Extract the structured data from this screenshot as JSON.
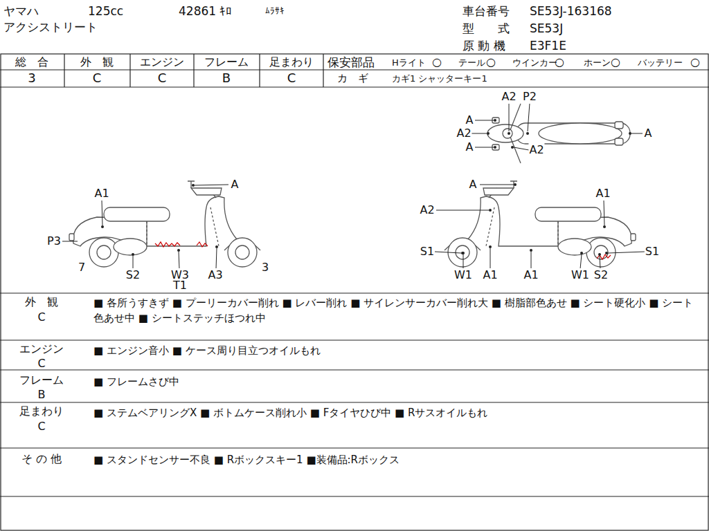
{
  "diagram": {
    "labels": [
      "ヤマハ",
      "125cc",
      "42861 ｷﾛ",
      "ﾑﾗｻｷ",
      "アクシストリート",
      "車台番号",
      "SE53J-163168",
      "型　　式",
      "SE53J",
      "原 動 機",
      "E3F1E",
      "総　合",
      "外　観",
      "エンジン",
      "フレーム",
      "足まわり",
      "3",
      "C",
      "C",
      "B",
      "C",
      "保安部品",
      "Hライト",
      "○",
      "テール",
      "○",
      "ウインカー",
      "○",
      "ホーン",
      "○",
      "バッテリー",
      "○",
      "カ　ギ",
      "カギ1 シャッターキー1",
      "A2",
      "P2",
      "A",
      "A2",
      "A",
      "A2",
      "A",
      "A",
      "A1",
      "P3",
      "7",
      "S2",
      "W3",
      "T1",
      "A3",
      "3",
      "A",
      "A2",
      "A1",
      "S1",
      "S1",
      "W1",
      "A1",
      "A1",
      "W1",
      "S2",
      "外　観",
      "C",
      "■ 各所うすきず ■ プーリーカバー削れ ■ レバー削れ ■ サイレンサーカバー削れ大 ■ 樹脂部色あせ ■ シート硬化小 ■ シート色あせ中 ■ シートステッチほつれ中",
      "エンジン",
      "C",
      "■ エンジン音小 ■ ケース周り目立つオイルもれ",
      "フレーム",
      "B",
      "■ フレームさび中",
      "足まわり",
      "C",
      "■ ステムベアリングX ■ ボトムケース削れ小 ■ Fタイヤひび中 ■ Rサスオイルもれ",
      "そ の 他",
      "■ スタンドセンサー不良 ■ Rボックスキー1 ■装備品:Rボックス"
    ]
  }
}
